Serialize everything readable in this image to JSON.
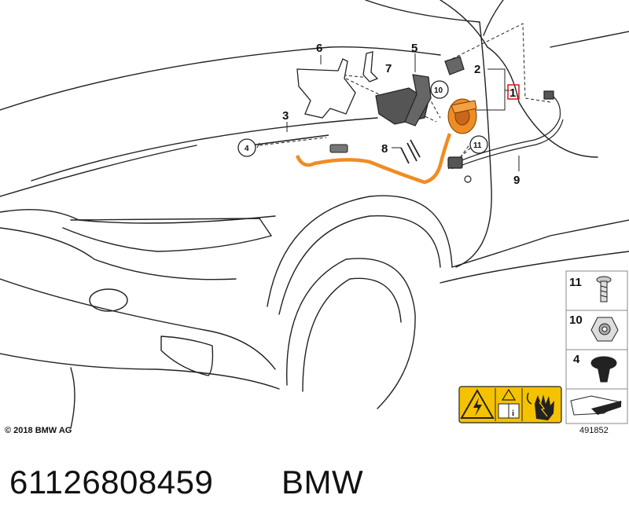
{
  "diagram": {
    "callouts": [
      {
        "id": "1",
        "label": "1",
        "highlighted": true
      },
      {
        "id": "2",
        "label": "2"
      },
      {
        "id": "3",
        "label": "3"
      },
      {
        "id": "4",
        "label": "4",
        "circled": true
      },
      {
        "id": "5",
        "label": "5"
      },
      {
        "id": "6",
        "label": "6"
      },
      {
        "id": "7",
        "label": "7"
      },
      {
        "id": "8",
        "label": "8"
      },
      {
        "id": "9",
        "label": "9"
      },
      {
        "id": "10",
        "label": "10",
        "circled": true
      },
      {
        "id": "11",
        "label": "11",
        "circled": true
      }
    ],
    "legend": [
      {
        "label": "11",
        "icon": "screw-icon"
      },
      {
        "label": "10",
        "icon": "nut-icon"
      },
      {
        "label": "4",
        "icon": "expanding-rivet-icon"
      }
    ],
    "warning_icons": [
      "high-voltage-warning-icon",
      "read-manual-icon",
      "hands-off-icon"
    ],
    "highlight_color": "#f08c24",
    "warning_color": "#f5c200",
    "callout_box_color": "#e02020"
  },
  "copyright": "© 2018 BMW AG",
  "diagram_id": "491852",
  "part_number": "61126808459",
  "brand": "BMW"
}
